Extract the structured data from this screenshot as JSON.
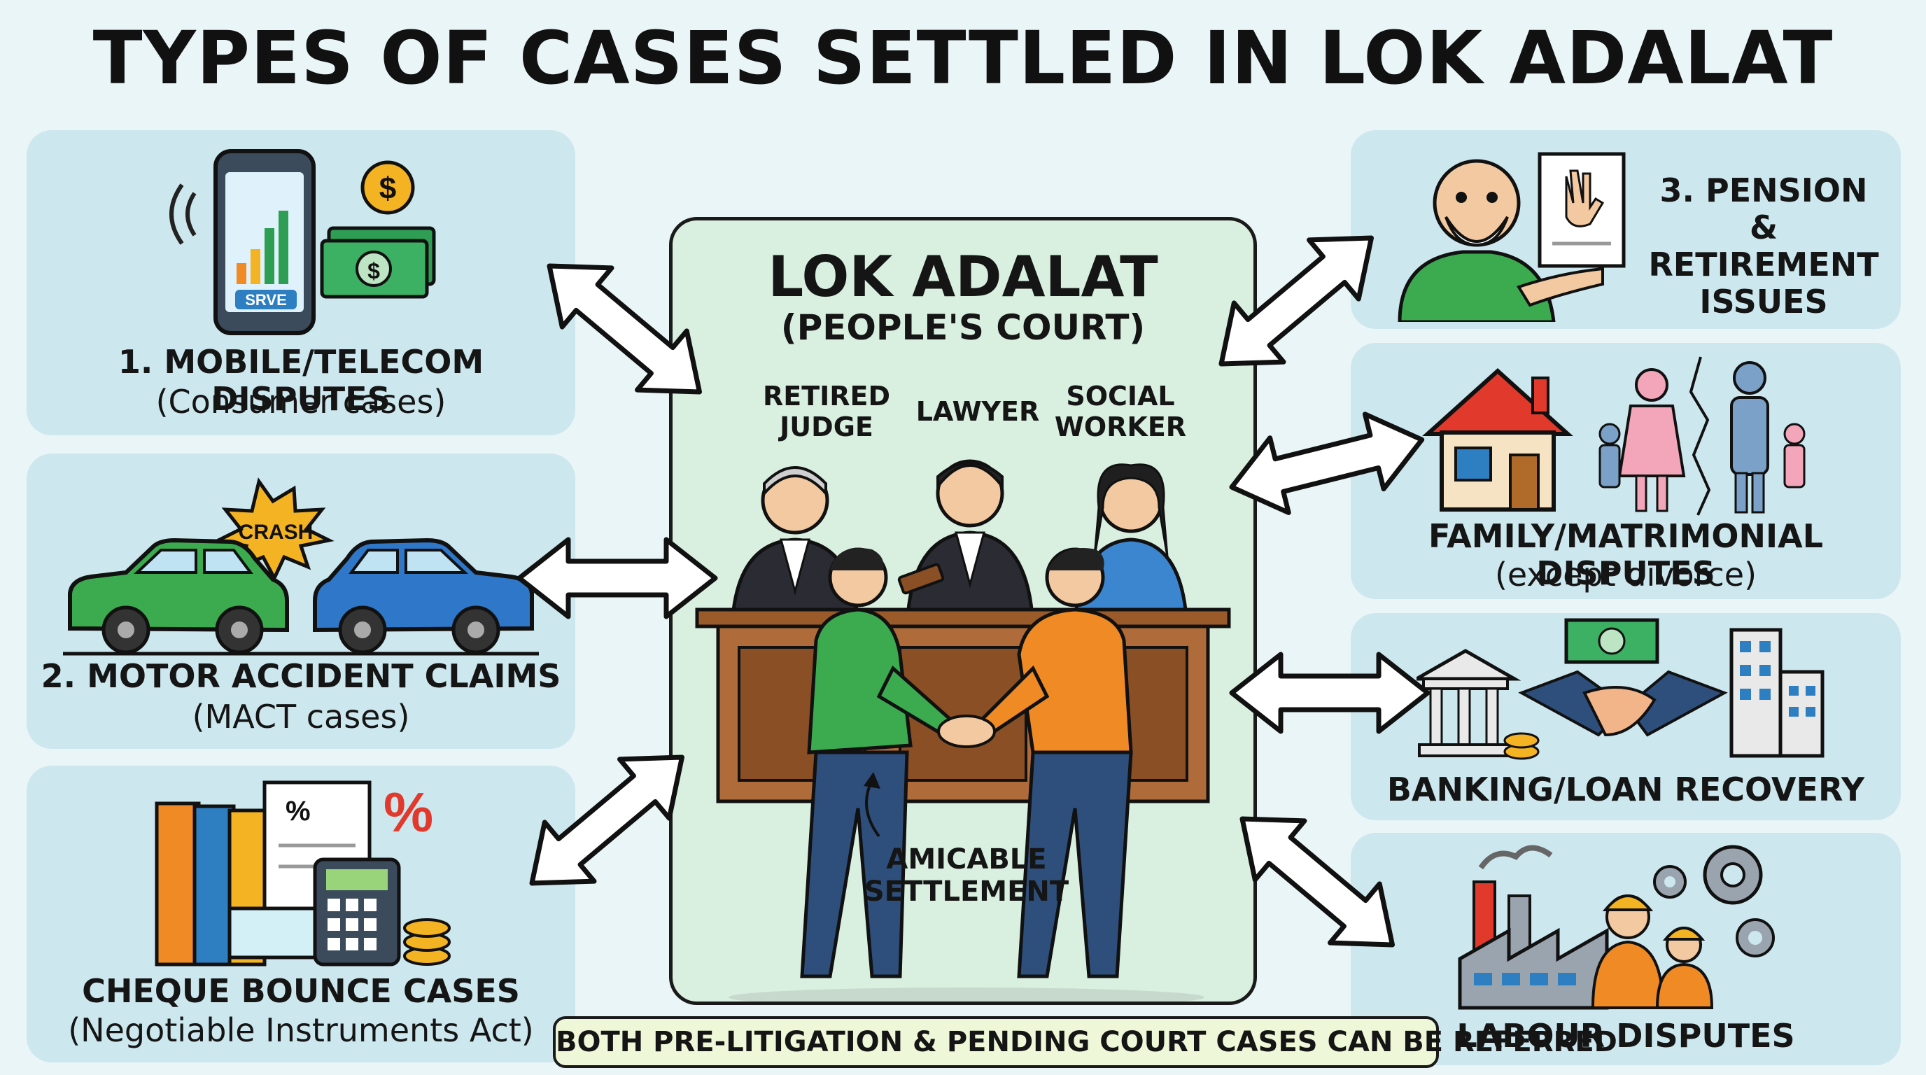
{
  "title": "TYPES OF CASES SETTLED IN LOK ADALAT",
  "center": {
    "title": "LOK ADALAT",
    "subtitle": "(PEOPLE'S COURT)",
    "roles": {
      "judge": "RETIRED\nJUDGE",
      "lawyer": "LAWYER",
      "social": "SOCIAL\nWORKER"
    },
    "settlement": "AMICABLE\nSETTLEMENT"
  },
  "left_cards": [
    {
      "label": "1. MOBILE/TELECOM DISPUTES",
      "sub": "(Consumer cases)",
      "icon": "phone-bill-icon",
      "icon_text": "SRVE"
    },
    {
      "label": "2. MOTOR ACCIDENT CLAIMS",
      "sub": "(MACT cases)",
      "icon": "car-crash-icon",
      "icon_text": "CRASH"
    },
    {
      "label": "CHEQUE BOUNCE CASES",
      "sub": "(Negotiable Instruments Act)",
      "icon": "cheque-calculator-icon"
    }
  ],
  "right_cards": [
    {
      "label": "3. PENSION &\nRETIREMENT\nISSUES",
      "icon": "pensioner-document-icon"
    },
    {
      "label": "FAMILY/MATRIMONIAL DISPUTES",
      "sub": "(except divorce)",
      "icon": "house-family-icon"
    },
    {
      "label": "BANKING/LOAN RECOVERY",
      "icon": "bank-handshake-icon"
    },
    {
      "label": "LABOUR DISPUTES",
      "icon": "factory-workers-icon"
    }
  ],
  "footer": "BOTH PRE-LITIGATION & PENDING COURT CASES CAN BE REFERRED",
  "colors": {
    "background": "#e9f5f7",
    "card": "#cde7ee",
    "center_panel": "#d9efe0",
    "footer": "#eef8d8"
  }
}
